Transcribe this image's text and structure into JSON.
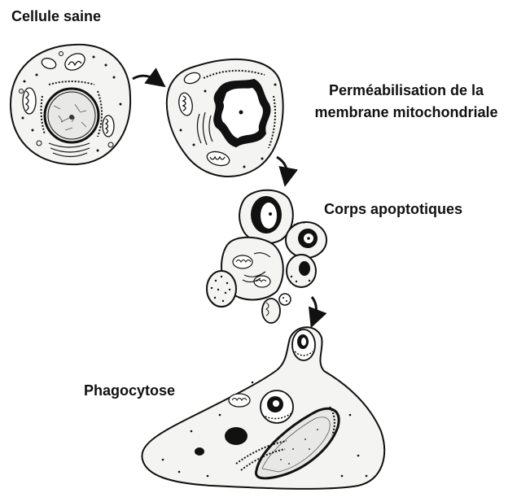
{
  "labels": {
    "healthy_cell": "Cellule saine",
    "permeabilisation_line1": "Perméabilisation de la",
    "permeabilisation_line2": "membrane mitochondriale",
    "apoptotic_bodies": "Corps apoptotiques",
    "phagocytosis": "Phagocytose"
  },
  "colors": {
    "ink": "#111111",
    "cytoplasm_fill": "#f4f4f2",
    "background": "#ffffff"
  }
}
